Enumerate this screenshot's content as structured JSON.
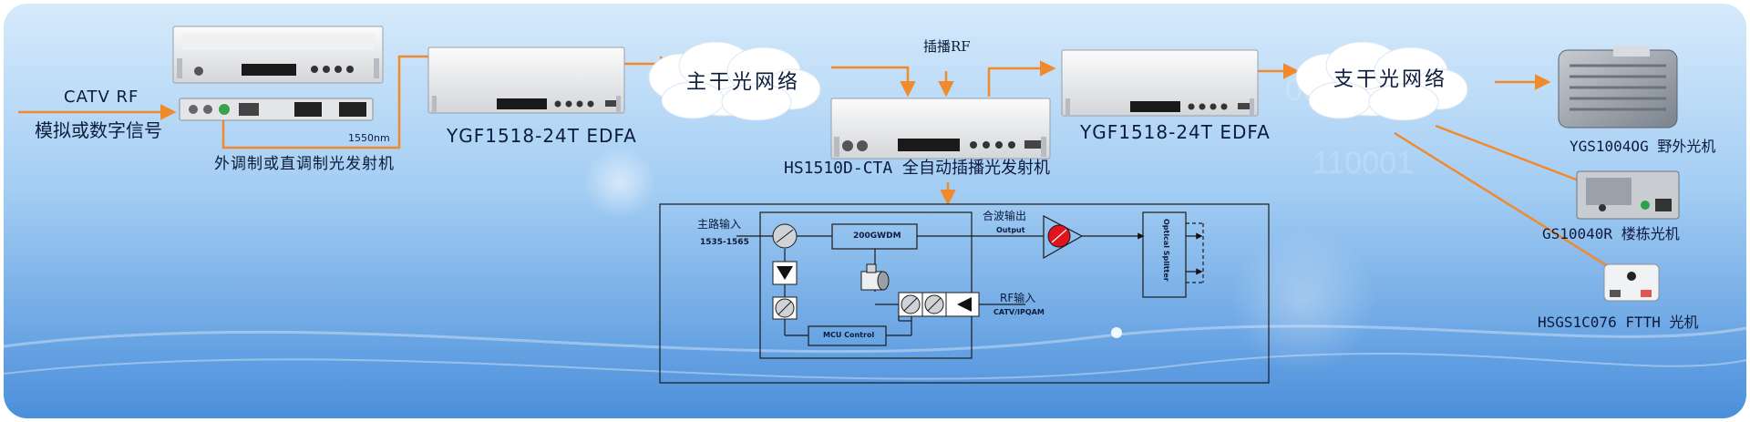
{
  "left": {
    "catv_rf": "CATV RF",
    "signal_type": "模拟或数字信号",
    "wavelength": "1550nm",
    "transmitter": "外调制或直调制光发射机"
  },
  "edfa1": {
    "label": "YGF1518-24T EDFA"
  },
  "edfa2": {
    "label": "YGF1518-24T EDFA"
  },
  "cloud_main": {
    "label": "主干光网络"
  },
  "cloud_branch": {
    "label": "支干光网络"
  },
  "insert_rf": "插播RF",
  "insert_tx": {
    "label": "HS1510D-CTA 全自动插播光发射机"
  },
  "receivers": {
    "outdoor": "YGS1004OG 野外光机",
    "building": "GS10040R 楼栋光机",
    "ftth": "HSGS1C076 FTTH 光机"
  },
  "block": {
    "main_input": "主路输入",
    "main_range": "1535-1565",
    "wdm": "200GWDM",
    "combined_output": "合波输出",
    "output": "Output",
    "splitter": "Optical Splitter",
    "rf_input": "RF输入",
    "rf_source": "CATV/IPQAM",
    "mcu": "MCU Control"
  },
  "colors": {
    "arrow": "#f08a2c",
    "bg_top": "#cfe6fa",
    "bg_bottom": "#4f93dc",
    "dark_text": "#0d1b3c",
    "red_marker": "#e1141d"
  }
}
